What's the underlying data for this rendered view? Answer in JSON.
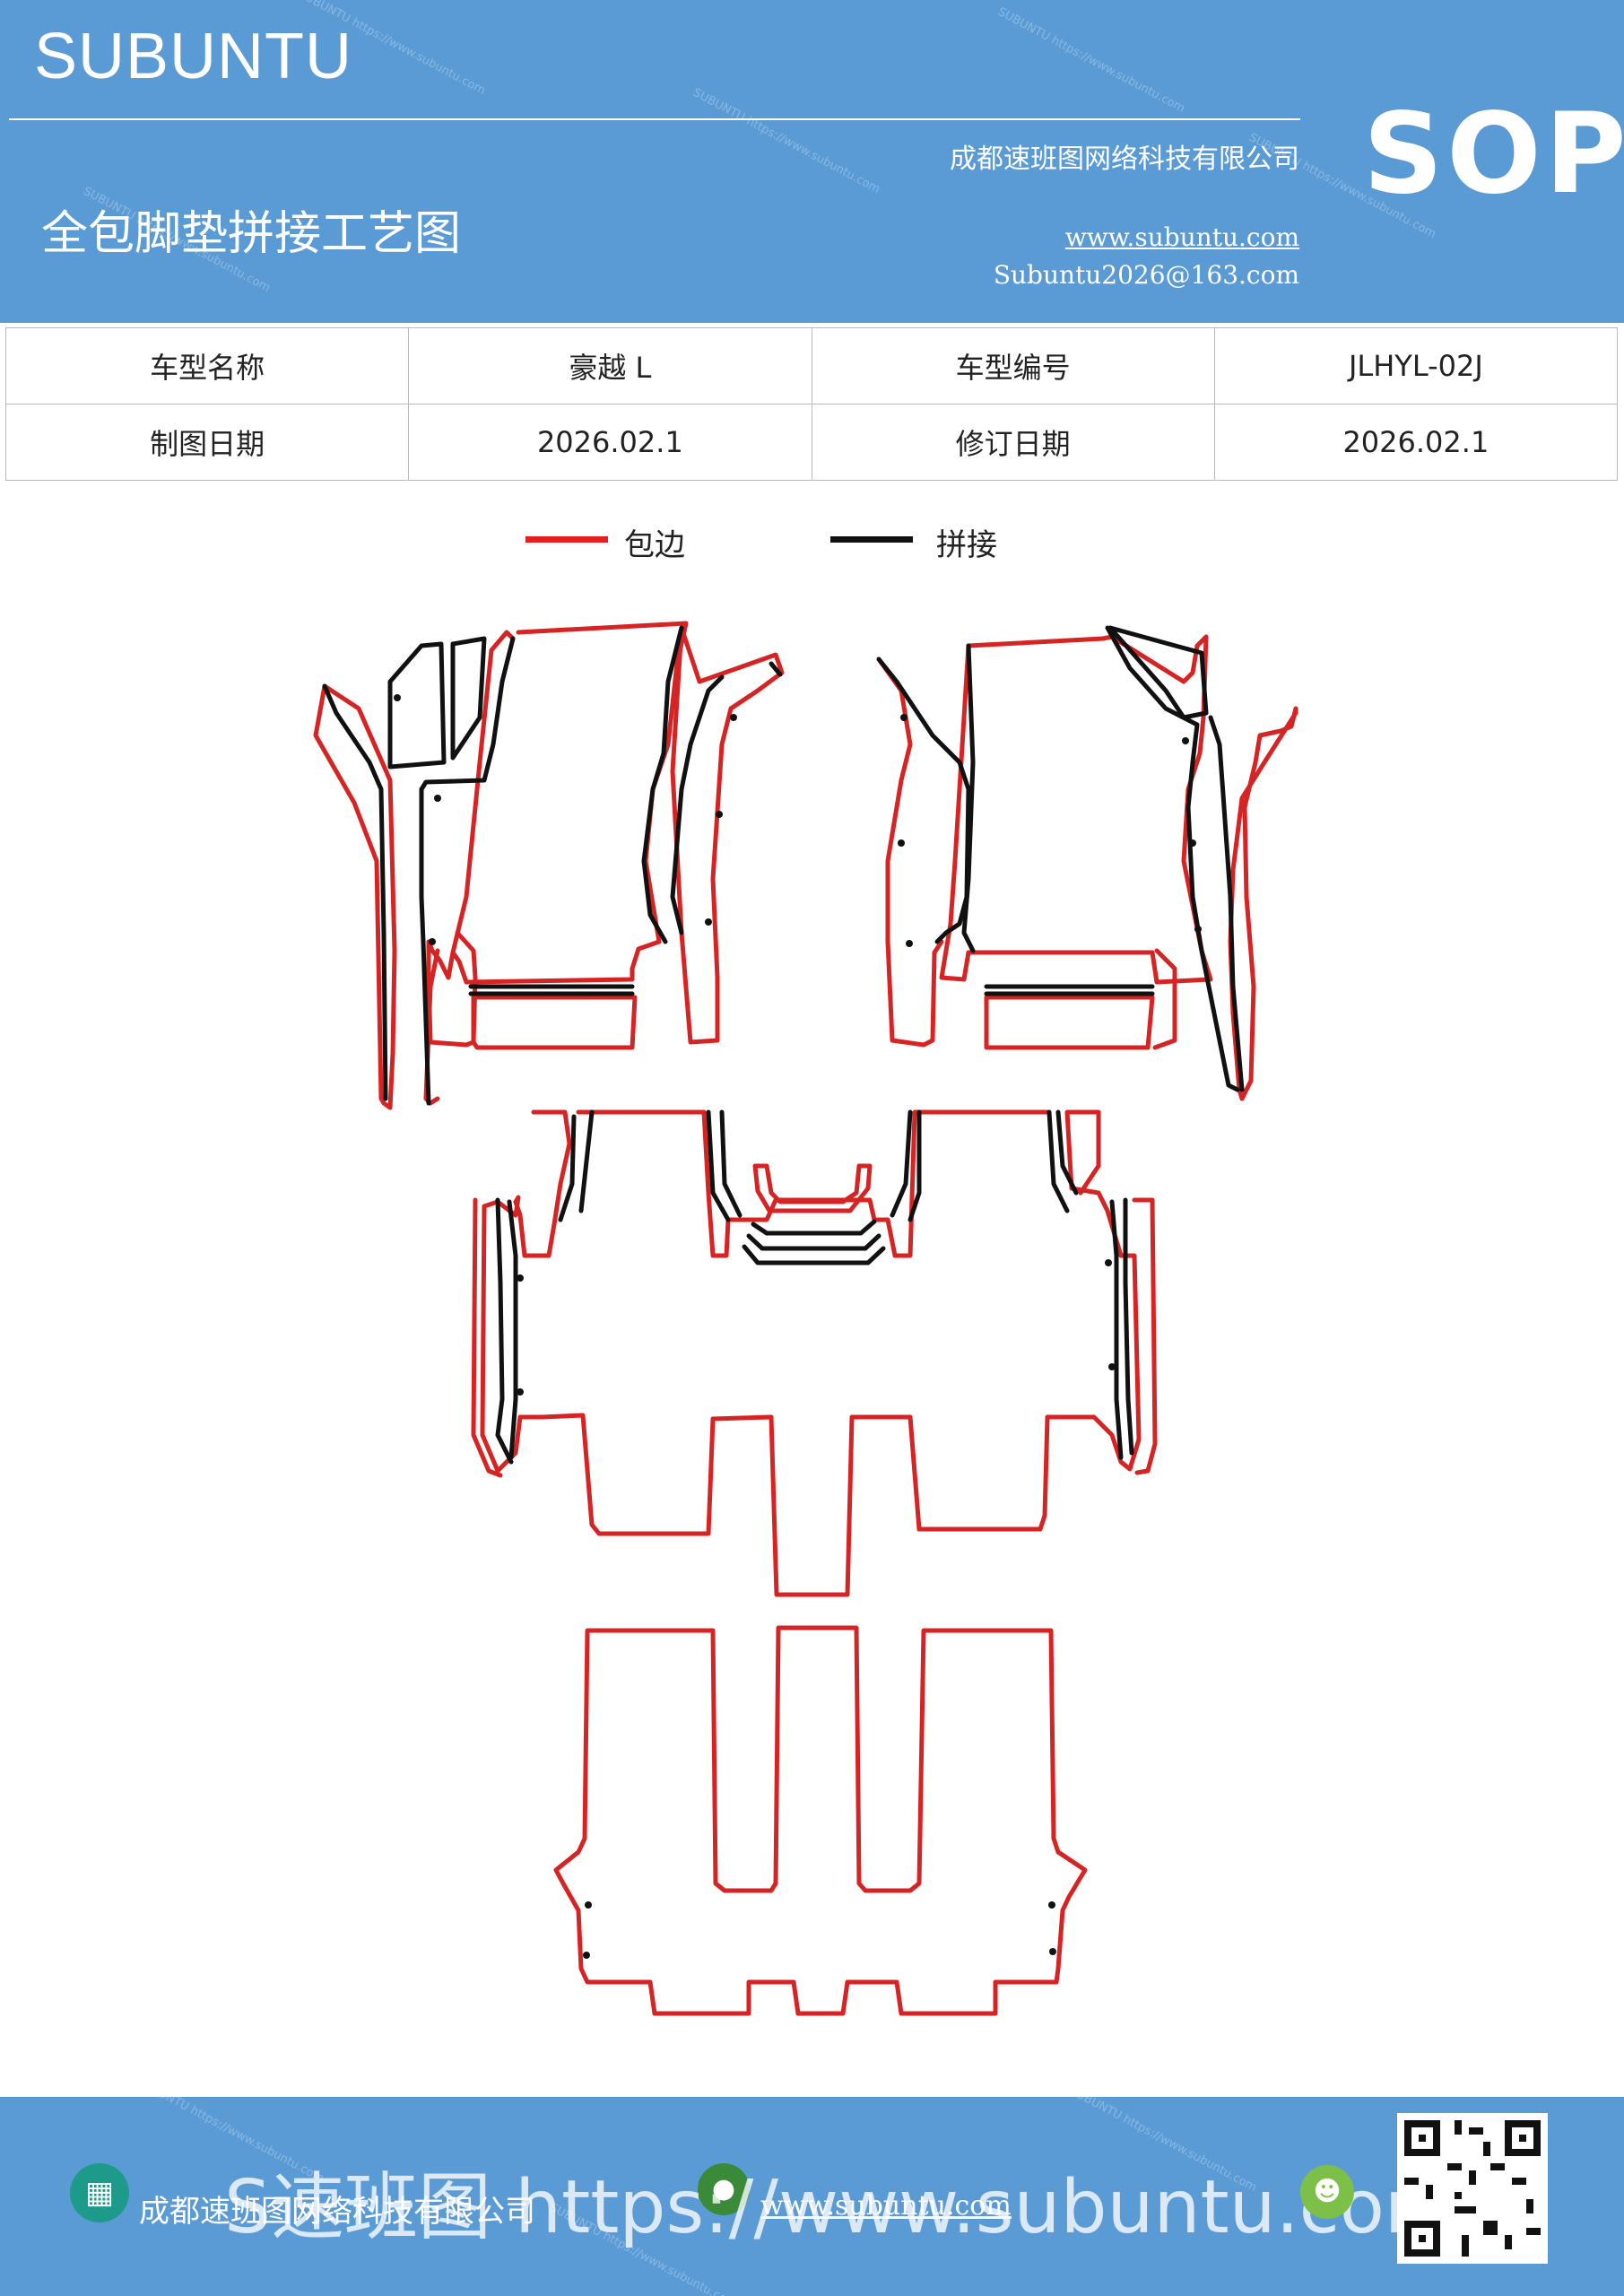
{
  "header": {
    "brand": "SUBUNTU",
    "company": "成都速班图网络科技有限公司",
    "title": "全包脚垫拼接工艺图",
    "website": "www.subuntu.com",
    "email": "Subuntu2026@163.com",
    "badge": "SOP",
    "background_color": "#5b9bd5"
  },
  "info_table": {
    "model_name_label": "车型名称",
    "model_name_value": "豪越 L",
    "model_code_label": "车型编号",
    "model_code_value": "JLHYL-02J",
    "draw_date_label": "制图日期",
    "draw_date_value": "2026.02.1",
    "revise_date_label": "修订日期",
    "revise_date_value": "2026.02.1"
  },
  "legend": {
    "edging_label": "包边",
    "edging_color": "#e32020",
    "splice_label": "拼接",
    "splice_color": "#111111"
  },
  "footer": {
    "company": "成都速班图网络科技有限公司",
    "website": "www.subuntu.com",
    "overlay_text": "S速班图 https://www.subuntu.com",
    "icons": [
      "company-icon",
      "globe-icon",
      "wechat-icon",
      "qr-code"
    ]
  }
}
